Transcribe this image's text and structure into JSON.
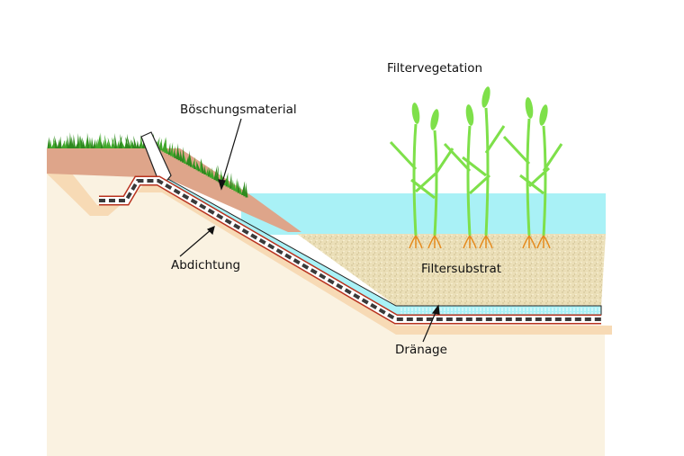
{
  "labels": {
    "vegetation": "Filtervegetation",
    "slope_material": "Böschungsmaterial",
    "sealing": "Abdichtung",
    "substrate": "Filtersubstrat",
    "drainage": "Dränage"
  },
  "colors": {
    "ground": "#faf2e1",
    "sub_ground": "#f6d6ad",
    "soil": "#dea58a",
    "grass": "#3fa62a",
    "water": "#a9f1f6",
    "sand": "#ebdfb8",
    "liner_red": "#b8321e",
    "liner_dash": "#3a3a3a",
    "plant": "#7ee04a",
    "root": "#e58a1c"
  }
}
